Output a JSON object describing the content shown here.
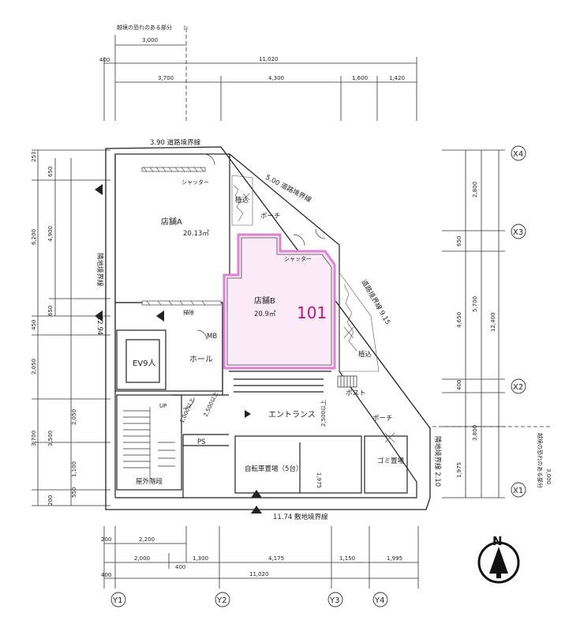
{
  "notes": {
    "slope_top": "越境の恐れのある部分",
    "slope_right": "越境の恐れのある部分",
    "slope_right_dim": "3,000",
    "top_small_dim": "3,000"
  },
  "dims_top": {
    "left": "400",
    "total": "11,020",
    "segments": [
      "3,700",
      "4,300",
      "1,600",
      "1,420"
    ]
  },
  "dims_bottom": {
    "row1_left": "200",
    "row1": "2,200",
    "row2": [
      "2,000",
      "1,300",
      "4,175",
      "1,150",
      "1,995"
    ],
    "mid_400": "400",
    "total_left": "400",
    "total": "11,020"
  },
  "dims_left": {
    "top": "253",
    "v6200": "6,200",
    "v650a": "650",
    "v4900": "4,900",
    "v650b": "650",
    "v450": "450",
    "v2050": "2,050",
    "v2050b": "2,050",
    "v3700": "3,700",
    "v3500": "3,500",
    "v1100": "1,100",
    "v550": "550",
    "v200": "200"
  },
  "dims_right": {
    "v2800": "2,800",
    "v650": "650",
    "v4650": "4,650",
    "v5700": "5,700",
    "v12400": "12,400",
    "v400": "400",
    "v3800": "3,800",
    "v1975": "1,975"
  },
  "axes": {
    "x": [
      "X4",
      "X3",
      "X2",
      "X1"
    ],
    "y": [
      "Y1",
      "Y2",
      "Y3",
      "Y4"
    ]
  },
  "boundaries": {
    "top": "3.90 道路境界線",
    "diagonal": "5.00 道路境界線",
    "right": "道路境界線 9.15",
    "left": "12.94",
    "left_vertical": "隣地境界線",
    "right_lower": "隣地境界線 2.10",
    "bottom": "11.74 敷地境界線"
  },
  "rooms": {
    "shop_a": "店舗A",
    "shop_a_area": "20.13㎡",
    "shop_b": "店舗B",
    "shop_b_area": "20.9㎡",
    "hand_101": "101",
    "shutter_a": "シャッター",
    "shutter_b": "シャッター",
    "planting_1": "植込",
    "planting_2": "植込",
    "porch_1": "ポーチ",
    "porch_2": "ポーチ",
    "mail": "ポスト",
    "entrance": "エントランス",
    "bike": "自転車置場（5台）",
    "bike_dim": "1,975",
    "garbage": "ゴミ置場",
    "ev": "EV9人",
    "hall": "ホール",
    "stairs": "屋外階段",
    "ps": "PS",
    "mb": "MB",
    "genkan": "掃除",
    "up": "UP",
    "dim_2500a": "2,500以上",
    "dim_2500b": "2,500以上",
    "dim_1000": "1,000以上"
  },
  "north": "N",
  "colors": {
    "highlight": "#e27fd6",
    "line": "#222222",
    "tint": "#fbeaf8"
  }
}
